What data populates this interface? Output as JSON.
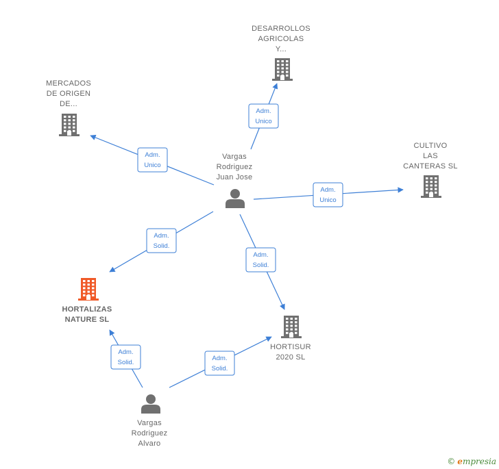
{
  "colors": {
    "edge": "#3d7fd6",
    "company": "#707070",
    "company_highlight": "#f05a28",
    "person": "#707070",
    "label": "#666666"
  },
  "nodes": [
    {
      "id": "juan",
      "kind": "person",
      "lines": [
        "Vargas",
        "Rodriguez",
        "Juan Jose"
      ]
    },
    {
      "id": "alvaro",
      "kind": "person",
      "lines": [
        "Vargas",
        "Rodriguez",
        "Alvaro"
      ]
    },
    {
      "id": "desarrollos",
      "kind": "company",
      "lines": [
        "DESARROLLOS",
        "AGRICOLAS",
        "Y..."
      ]
    },
    {
      "id": "mercados",
      "kind": "company",
      "lines": [
        "MERCADOS",
        "DE ORIGEN",
        "DE..."
      ]
    },
    {
      "id": "cultivo",
      "kind": "company",
      "lines": [
        "CULTIVO",
        "LAS",
        "CANTERAS  SL"
      ]
    },
    {
      "id": "hortalizas",
      "kind": "company",
      "highlight": true,
      "lines": [
        "HORTALIZAS",
        "NATURE  SL"
      ]
    },
    {
      "id": "hortisur",
      "kind": "company",
      "lines": [
        "HORTISUR",
        "2020  SL"
      ]
    }
  ],
  "edges": [
    {
      "from": "juan",
      "to": "desarrollos",
      "label": [
        "Adm.",
        "Unico"
      ]
    },
    {
      "from": "juan",
      "to": "mercados",
      "label": [
        "Adm.",
        "Unico"
      ]
    },
    {
      "from": "juan",
      "to": "cultivo",
      "label": [
        "Adm.",
        "Unico"
      ]
    },
    {
      "from": "juan",
      "to": "hortalizas",
      "label": [
        "Adm.",
        "Solid."
      ]
    },
    {
      "from": "juan",
      "to": "hortisur",
      "label": [
        "Adm.",
        "Solid."
      ]
    },
    {
      "from": "alvaro",
      "to": "hortalizas",
      "label": [
        "Adm.",
        "Solid."
      ]
    },
    {
      "from": "alvaro",
      "to": "hortisur",
      "label": [
        "Adm.",
        "Solid."
      ]
    }
  ],
  "footer": {
    "copyright": "©",
    "brand_initial": "e",
    "brand_rest": "mpresia"
  }
}
